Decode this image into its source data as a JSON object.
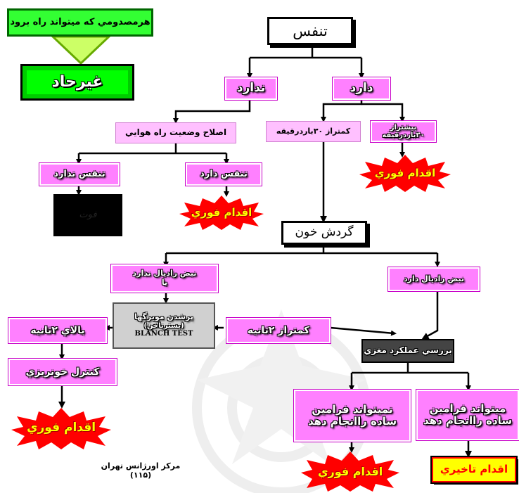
{
  "title": "تنفس",
  "top_left": {
    "note": "هرمصدومي كه ميتواند راه برود",
    "result": "غيرحاد"
  },
  "has_breath": "دارد",
  "no_breath": "ندارد",
  "airway": "اصلاح وضعيت راه هوايي",
  "breath_yes": "تنفس دارد",
  "breath_no": "تنفس ندارد",
  "black_tag": "فوت",
  "above30": "بيشتراز ۳۰باردرقيقه",
  "below30": "كمتراز ۳۰باردرقيقه",
  "immediate": "اقدام فوري",
  "delayed": "اقدام تاخيري",
  "circulation": "گردش خون",
  "radial_yes": "نبض راديال دارد",
  "radial_no": {
    "line1": "نبض راديال ندارد",
    "line2": "يا"
  },
  "capillary": {
    "line1": "پرشدن مويرگها",
    "line2": "(بسترناخن)",
    "line3": "BLANCH TEST"
  },
  "under2": "كمتراز ۲ثانيه",
  "over2": "بالاي ۲ثانيه",
  "bleeding": "كنترل خونريزي",
  "neuro": "بررسي عملكرد مغزي",
  "obeys": {
    "line1": "ميتواند فرامين",
    "line2": "ساده راانجام دهد"
  },
  "not_obeys": {
    "line1": "نميتواند فرامين",
    "line2": "ساده راانجام دهد"
  },
  "credit": {
    "line1": "مركز اورژانس تهران",
    "line2": "(۱۱۵)"
  }
}
